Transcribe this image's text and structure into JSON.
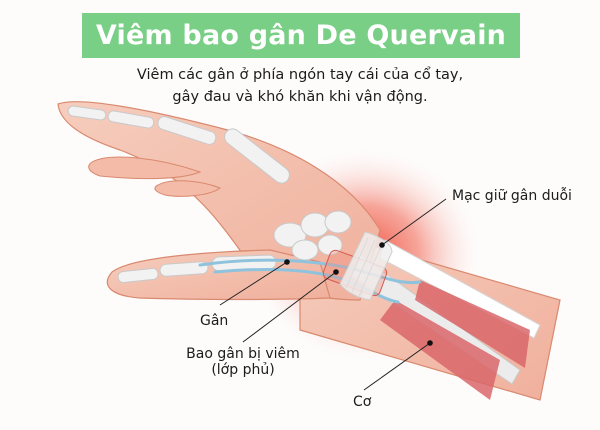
{
  "header": {
    "title": "Viêm bao gân De Quervain",
    "banner_color": "#79cf86"
  },
  "description": {
    "line1": "Viêm các gân ở phía ngón tay cái của cổ tay,",
    "line2": "gây đau và khó khăn khi vận động."
  },
  "labels": {
    "extensor_retinaculum": "Mạc giữ gân duỗi",
    "tendon": "Gân",
    "inflamed_sheath_line1": "Bao gân bị viêm",
    "inflamed_sheath_line2": "(lớp phủ)",
    "muscle": "Cơ"
  },
  "colors": {
    "skin": "#f4c2b1",
    "skin_outline": "#d9896f",
    "bone": "#eeeeee",
    "tendon": "#8fc3dd",
    "muscle": "#d9666a",
    "inflammation": "#ef4a3a"
  }
}
